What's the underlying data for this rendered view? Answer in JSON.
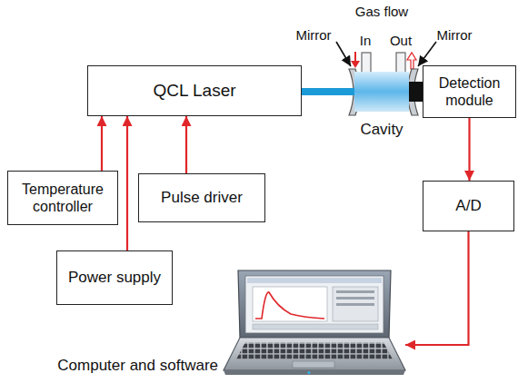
{
  "diagram": {
    "nodes": [
      {
        "text": [
          "QCL Laser"
        ]
      },
      {
        "text": [
          "Cavity"
        ]
      },
      {
        "text": [
          "Detection module"
        ]
      },
      {
        "text": [
          "Temperature controller"
        ]
      },
      {
        "text": [
          "Pulse driver"
        ]
      },
      {
        "text": [
          "Power supply"
        ]
      },
      {
        "text": [
          "A/D"
        ]
      },
      {
        "text": [
          "Computer and software"
        ]
      }
    ],
    "edges": [
      {
        "from": 0,
        "to": 1,
        "arrow": "none"
      },
      {
        "from": 1,
        "to": 2,
        "arrow": "none"
      },
      {
        "from": 3,
        "to": 0,
        "arrow": "to"
      },
      {
        "from": 5,
        "to": 0,
        "arrow": "to"
      },
      {
        "from": 4,
        "to": 0,
        "arrow": "to"
      },
      {
        "from": 2,
        "to": 6,
        "arrow": "to"
      },
      {
        "from": 6,
        "to": 7,
        "arrow": "to"
      }
    ],
    "labels": [
      "Gas flow",
      "Mirror",
      "In",
      "Out",
      "Mirror"
    ]
  }
}
